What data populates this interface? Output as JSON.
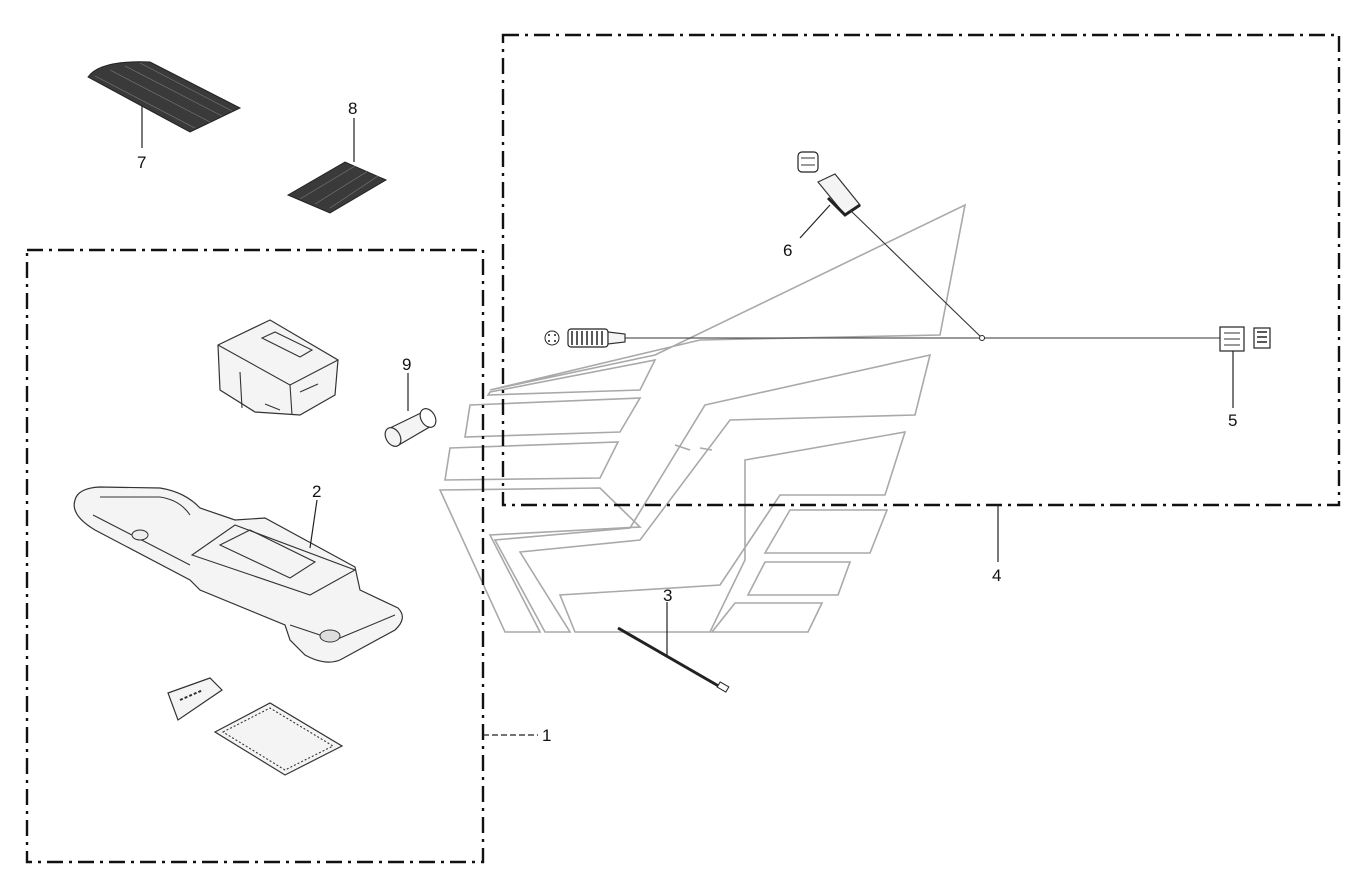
{
  "diagram": {
    "callouts": [
      {
        "id": "1",
        "label": "1",
        "part": "console-assembly"
      },
      {
        "id": "2",
        "label": "2",
        "part": "console-tray"
      },
      {
        "id": "3",
        "label": "3",
        "part": "cable-tie"
      },
      {
        "id": "4",
        "label": "4",
        "part": "wiring-harness-kit"
      },
      {
        "id": "5",
        "label": "5",
        "part": "harness-connector"
      },
      {
        "id": "6",
        "label": "6",
        "part": "relay-connector"
      },
      {
        "id": "7",
        "label": "7",
        "part": "rubber-mat-large"
      },
      {
        "id": "8",
        "label": "8",
        "part": "rubber-mat-small"
      },
      {
        "id": "9",
        "label": "9",
        "part": "spacer-cylinder"
      }
    ]
  }
}
